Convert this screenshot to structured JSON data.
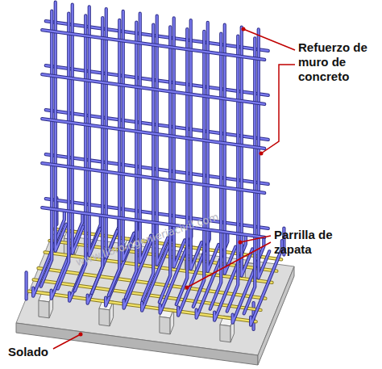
{
  "diagram": {
    "labels": [
      "Refuerzo de muro de concreto",
      "Parrilla de zapata",
      "Solado",
      "www.libroingenieriacivil.com"
    ]
  }
}
